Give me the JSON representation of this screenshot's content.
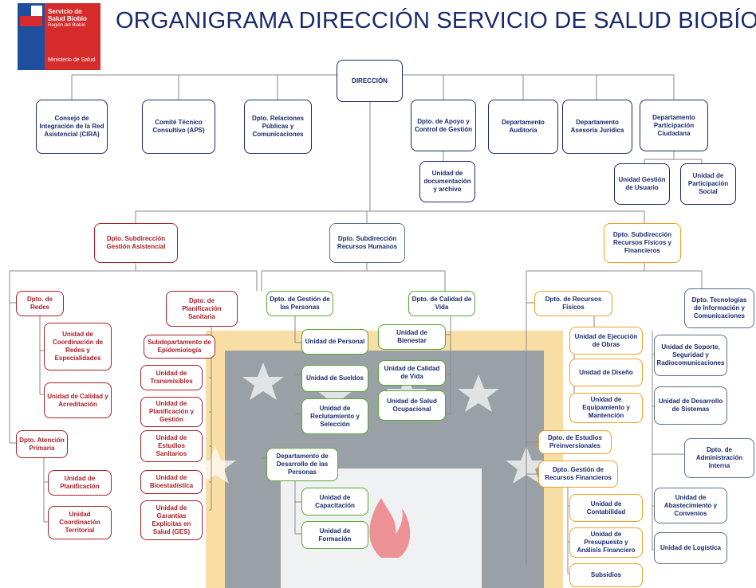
{
  "header": {
    "title": "ORGANIGRAMA DIRECCIÓN SERVICIO DE SALUD BIOBÍO",
    "logo_lines": [
      "Servicio de",
      "Salud Biobío",
      "Región del Biobío"
    ],
    "logo_ministry": "Ministerio de Salud"
  },
  "colors": {
    "navy": "#1a2a6c",
    "red": "#a82027",
    "green": "#5aa534",
    "orange": "#f0a020",
    "watermark_blue": "#4a6fa8",
    "watermark_yellow": "#f2c35a"
  },
  "nodes": {
    "direccion": "DIRECCIÓN",
    "cira": "Consejo de Integración de la Red Asistencial (CIRA)",
    "comite": "Comité Técnico Consultivo (APS)",
    "relaciones": "Dpto. Relaciones Públicas y Comunicaciones",
    "apoyo": "Dpto. de Apoyo y Control de Gestión",
    "documentacion": "Unidad de documentación y archivo",
    "auditoria": "Departamento Auditoría",
    "juridica": "Departamento Asesoría Jurídica",
    "participacion": "Departamento Participación Ciudadana",
    "gestion_usuario": "Unidad Gestión de Usuario",
    "participacion_social": "Unidad de Participación Social",
    "sub_asistencial": "Dpto. Subdirección Gestión Asistencial",
    "sub_rrhh": "Dpto. Subdirección Recursos Humanos",
    "sub_fisicos": "Dpto. Subdirección Recursos Físicos y Financieros",
    "redes": "Dpto. de Redes",
    "coord_redes": "Unidad de Coordinación de Redes y Especialidades",
    "calidad_acred": "Unidad de Calidad y Acreditación",
    "atencion_primaria": "Dpto. Atención Primaria",
    "u_planificacion": "Unidad de Planificación",
    "coord_territorial": "Unidad Coordinación Territorial",
    "planificacion_sanitaria": "Dpto. de Planificación Sanitaria",
    "epidemiologia": "Subdepartamento de Epidemiología",
    "transmisibles": "Unidad de Transmisibles",
    "planif_gestion": "Unidad de Planificación y Gestión",
    "estudios_sanitarios": "Unidad de Estudios Sanitarios",
    "bioestadistica": "Unidad de Bioestadística",
    "ges": "Unidad de Garantías Explícitas en Salud (GES)",
    "gestion_personas": "Dpto. de Gestión de las Personas",
    "u_personal": "Unidad de Personal",
    "u_sueldos": "Unidad de Sueldos",
    "reclutamiento": "Unidad de Reclutamiento y Selección",
    "desarrollo_personas": "Departamento de Desarrollo de las Personas",
    "capacitacion": "Unidad de Capacitación",
    "formacion": "Unidad de Formación",
    "calidad_vida_dpto": "Dpto. de Calidad de Vida",
    "bienestar": "Unidad de Bienestar",
    "u_calidad_vida": "Unidad de Calidad de Vida",
    "salud_ocupacional": "Unidad de Salud Ocupacional",
    "recursos_fisicos": "Dpto. de Recursos Físicos",
    "ejecucion_obras": "Unidad de Ejecución de Obras",
    "diseno": "Unidad de Diseño",
    "equipamiento": "Unidad de Equipamiento y Mantención",
    "estudios_preinv": "Dpto. de Estudios Preinversionales",
    "gestion_financieros": "Dpto. Gestión de Recursos Financieros",
    "contabilidad": "Unidad de Contabilidad",
    "presupuesto": "Unidad de Presupuesto y Análisis Financiero",
    "subsidios": "Subsidios",
    "tic": "Dpto. Tecnologías de Información y Comunicaciones",
    "soporte": "Unidad de Soporte, Seguridad y Radiocomunicaciones",
    "desarrollo_sistemas": "Unidad de Desarrollo de Sistemas",
    "admin_interna": "Dpto. de Administración Interna",
    "abastecimiento": "Unidad de Abastecimiento y Convenios",
    "logistica": "Unidad de Logística"
  }
}
